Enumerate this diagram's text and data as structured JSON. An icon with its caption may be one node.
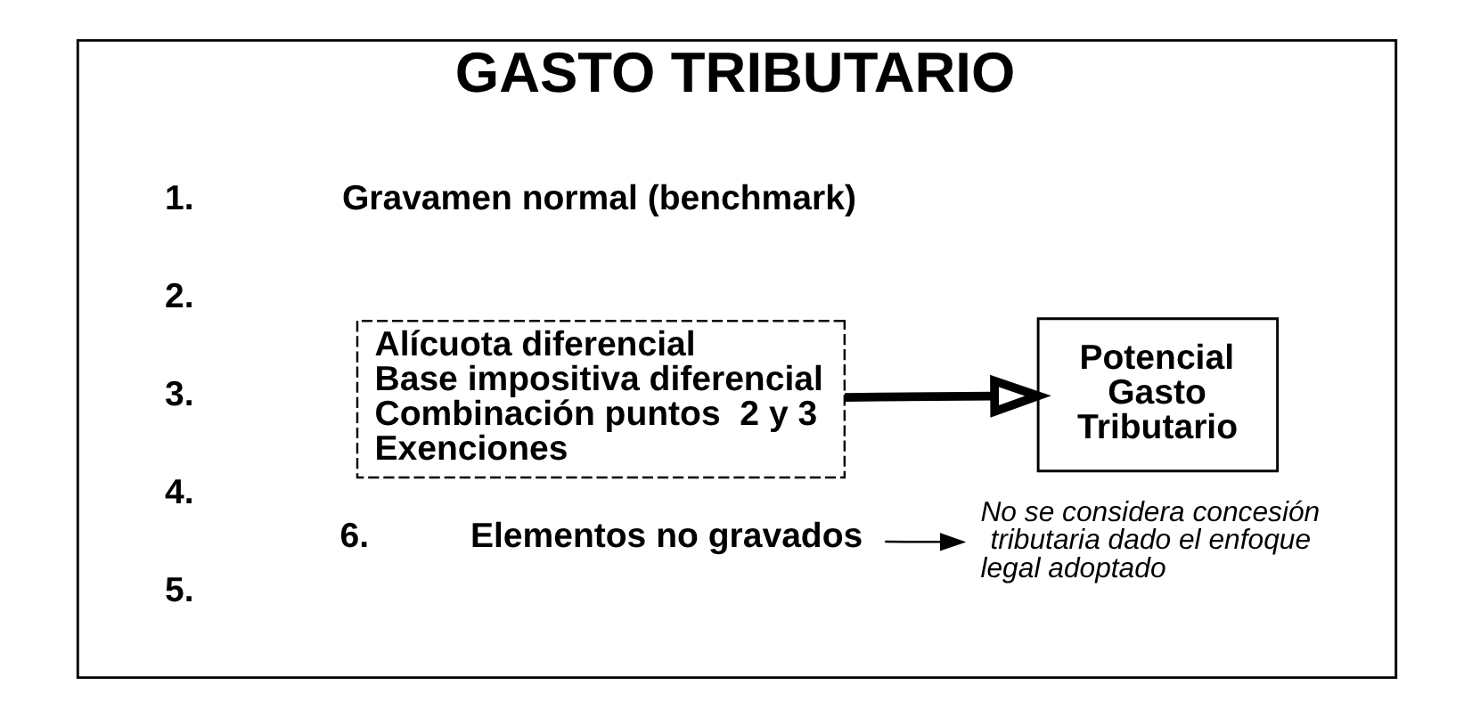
{
  "diagram": {
    "nodes": [
      {
        "text": [
          "GASTO TRIBUTARIO"
        ]
      },
      {
        "text": [
          "Alícuota diferencial",
          "Base impositiva diferencial",
          "Combinación puntos  2 y 3",
          "Exenciones"
        ],
        "in": 0
      },
      {
        "text": [
          "Potencial Gasto Tributario"
        ],
        "in": 0
      },
      {
        "text": [
          "6.",
          "Elementos no gravados"
        ],
        "in": 0
      },
      {
        "text": [
          "No se considera concesión tributaria dado el enfoque legal adoptado"
        ],
        "in": 0
      }
    ],
    "edges": [
      {
        "from": 1,
        "to": 2,
        "arrow": "to",
        "style": "thick"
      },
      {
        "from": 3,
        "to": 4,
        "arrow": "to"
      }
    ],
    "labels": [
      "1.",
      "Gravamen normal (benchmark)",
      "2.",
      "3.",
      "4.",
      "5."
    ]
  }
}
